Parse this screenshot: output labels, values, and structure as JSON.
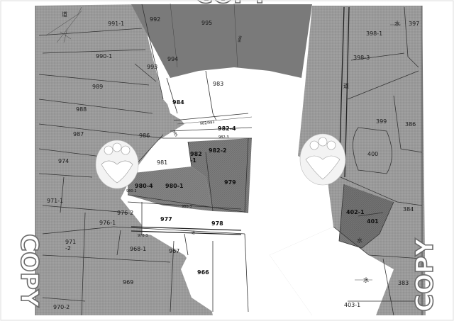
{
  "parcels": {
    "p991_1": "991-1",
    "p992": "992",
    "p995": "995",
    "p996": "996",
    "p990_1": "990-1",
    "p994": "994",
    "p993": "993",
    "p989": "989",
    "p983": "983",
    "p988": "988",
    "p984": "984",
    "p985": "985",
    "p987": "987",
    "p986": "986",
    "p982_4": "982-4",
    "p982_3": "982-3",
    "p974": "974",
    "p981": "981",
    "p982_1a": "982",
    "p982_1b": "-1",
    "p982_2": "982-2",
    "p975": "975",
    "p980_4": "980-4",
    "p980_1": "980-1",
    "p979": "979",
    "p980_3": "980-3",
    "p971_1": "971-1",
    "p976_2": "976-2",
    "p977": "977",
    "p976_1": "976-1",
    "p978": "978",
    "p971_2a": "971",
    "p971_2b": "-2",
    "p968_1": "968-1",
    "p967": "967",
    "p966": "966",
    "p969": "969",
    "p970_2": "970-2",
    "p982_983": "982/983",
    "p398_1": "398-1",
    "p397": "397",
    "p398_3": "398-3",
    "p399": "399",
    "p386": "386",
    "p400": "400",
    "p402_1": "402-1",
    "p401": "401",
    "p384": "384",
    "p383": "383",
    "p403_1": "403-1",
    "p980_2": "980-2",
    "p976_3": "976-3"
  },
  "road_labels": {
    "top_left": "道",
    "mid_left": "道",
    "right_upper": "道"
  },
  "water_labels": {
    "top_right": "水",
    "parcel_inner": "水",
    "bottom_right": "水"
  },
  "watermark": {
    "left": "COPY",
    "right": "COPY",
    "top": "COPY"
  },
  "colors": {
    "shade": "#7e7e7e",
    "highlight": "#5a5a5a",
    "paper": "#ffffff"
  }
}
